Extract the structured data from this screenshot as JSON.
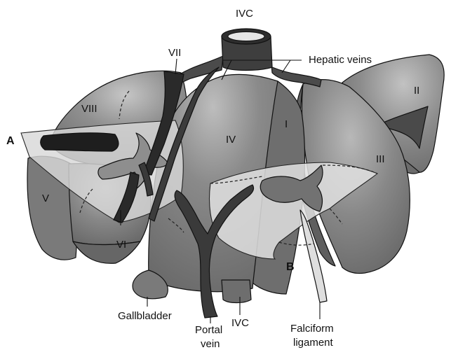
{
  "labels": {
    "ivc_top": "IVC",
    "hepatic_veins": "Hepatic veins",
    "plane_a": "A",
    "plane_b": "B",
    "gallbladder": "Gallbladder",
    "portal_vein_line1": "Portal",
    "portal_vein_line2": "vein",
    "ivc_bottom": "IVC",
    "falciform_line1": "Falciform",
    "falciform_line2": "ligament"
  },
  "segments": {
    "s1": "I",
    "s2": "II",
    "s3": "III",
    "s4": "IV",
    "s5": "V",
    "s6": "VI",
    "s7": "VII",
    "s8": "VIII"
  },
  "colors": {
    "lobe_light": "#9a9a9a",
    "lobe_mid": "#7d7d7d",
    "lobe_dark": "#5e5e5e",
    "vessel_dark": "#3a3a3a",
    "vessel_black": "#1c1c1c",
    "plane_fill": "#d9d9d9"
  }
}
